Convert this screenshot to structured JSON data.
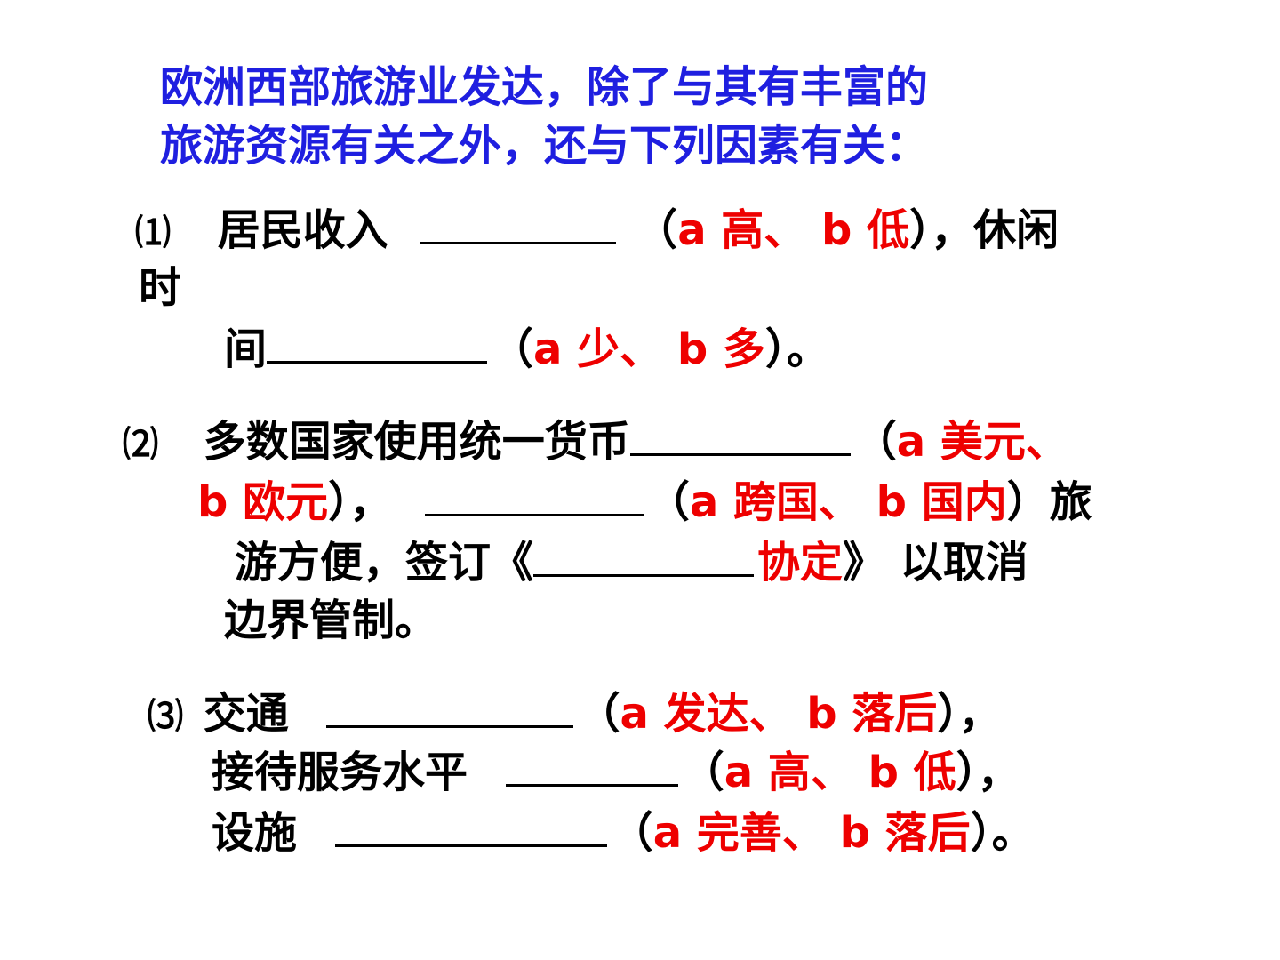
{
  "title": {
    "line1": "欧洲西部旅游业发达，除了与其有丰富的",
    "line2": "旅游资源有关之外，还与下列因素有关："
  },
  "q1": {
    "num": "⑴",
    "text_a": "居民收入",
    "open": "（",
    "opt_a": "a 高、 b 低",
    "close_a": "），休闲",
    "wrap": "时",
    "text_b": "间",
    "opt_b": "a 少、 b 多",
    "close_b": "）。"
  },
  "q2": {
    "num": "⑵",
    "text_a": "多数国家使用统一货币",
    "open": "（",
    "opt_a1": "a 美元、",
    "opt_a2": "b 欧元",
    "close_a": "），",
    "opt_b": "a 跨国、 b 国内",
    "close_b": "）旅",
    "text_c": "游方便，签订《",
    "opt_c": "协定",
    "close_c": "》 以取消",
    "text_d": "边界管制。"
  },
  "q3": {
    "num": "⑶",
    "text_a": "交通",
    "open": "（",
    "opt_a": "a 发达、 b 落后",
    "close_a": "），",
    "text_b": "接待服务水平",
    "opt_b": "a 高、 b 低",
    "close_b": "），",
    "text_c": "设施",
    "opt_c": "a 完善、 b 落后",
    "close_c": "）。"
  }
}
